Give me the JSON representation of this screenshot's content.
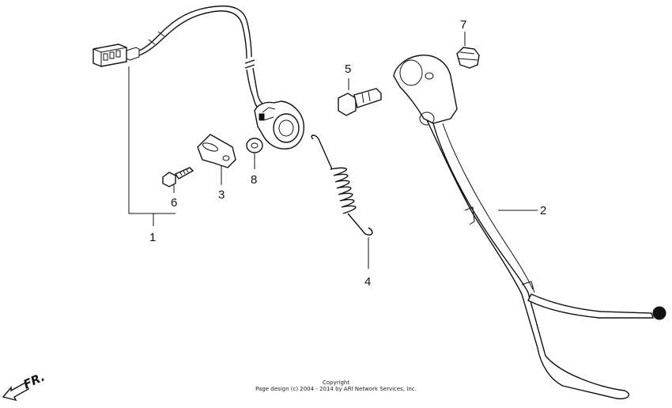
{
  "callouts": {
    "c1": "1",
    "c2": "2",
    "c3": "3",
    "c4": "4",
    "c5": "5",
    "c6": "6",
    "c7": "7",
    "c8": "8"
  },
  "orientation": {
    "label": "FR."
  },
  "copyright": {
    "line1": "Copyright",
    "line2": "Page design (c) 2004 - 2014 by ARI Network Services, Inc."
  }
}
